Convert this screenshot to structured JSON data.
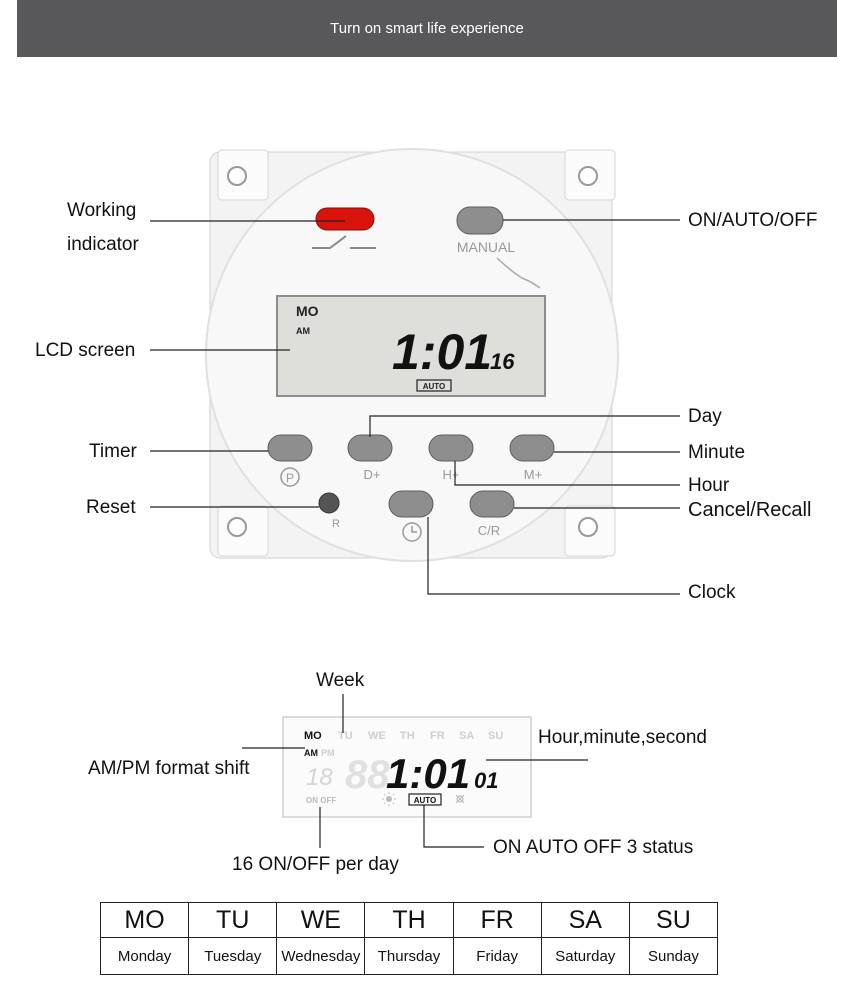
{
  "banner": {
    "text": "Turn on smart life experience"
  },
  "device": {
    "manual_label": "MANUAL",
    "lcd": {
      "day": "MO",
      "ampm": "AM",
      "time": "1:01",
      "seconds": "16",
      "mode": "AUTO"
    },
    "buttons": {
      "timer": "P",
      "day": "D+",
      "hour": "H+",
      "minute": "M+",
      "reset": "R",
      "cancel": "C/R"
    }
  },
  "callouts": {
    "working_indicator": [
      "Working",
      "indicator"
    ],
    "lcd_screen": "LCD screen",
    "timer": "Timer",
    "reset": "Reset",
    "on_auto_off": "ON/AUTO/OFF",
    "day": "Day",
    "minute": "Minute",
    "hour": "Hour",
    "cancel_recall": "Cancel/Recall",
    "clock": "Clock"
  },
  "display_diagram": {
    "week_label": "Week",
    "ampm_shift_label": "AM/PM format shift",
    "hms_label": "Hour,minute,second",
    "on_off_label": "16 ON/OFF per day",
    "status_label": "ON AUTO OFF 3 status",
    "days": [
      "MO",
      "TU",
      "WE",
      "TH",
      "FR",
      "SA",
      "SU"
    ],
    "am": "AM",
    "pm": "PM",
    "program_digit": "18",
    "time": "1:01",
    "seconds": "01",
    "on_off": "ON OFF",
    "auto": "AUTO",
    "sun_icon": "sun-icon",
    "moon_icon": "gear-icon"
  },
  "day_table": {
    "abbr": [
      "MO",
      "TU",
      "WE",
      "TH",
      "FR",
      "SA",
      "SU"
    ],
    "full": [
      "Monday",
      "Tuesday",
      "Wednesday",
      "Thursday",
      "Friday",
      "Saturday",
      "Sunday"
    ]
  }
}
